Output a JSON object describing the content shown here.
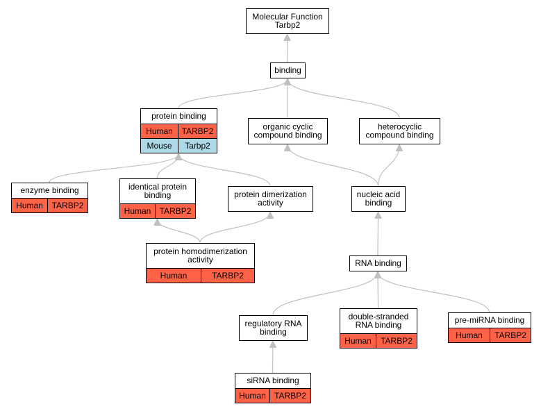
{
  "colors": {
    "human": "#ff6347",
    "mouse": "#add8e6",
    "edge": "#c0c0c0",
    "node_fill": "#ffffff",
    "border": "#000000"
  },
  "nodes": {
    "mf": {
      "lines": [
        "Molecular Function",
        "Tarbp2"
      ]
    },
    "binding": {
      "lines": [
        "binding"
      ]
    },
    "protein_binding": {
      "lines": [
        "protein binding"
      ],
      "rows": [
        {
          "species": "Human",
          "gene": "TARBP2",
          "color": "#ff6347"
        },
        {
          "species": "Mouse",
          "gene": "Tarbp2",
          "color": "#add8e6"
        }
      ]
    },
    "organic_cyclic": {
      "lines": [
        "organic cyclic",
        "compound binding"
      ]
    },
    "heterocyclic": {
      "lines": [
        "heterocyclic",
        "compound binding"
      ]
    },
    "enzyme_binding": {
      "lines": [
        "enzyme binding"
      ],
      "rows": [
        {
          "species": "Human",
          "gene": "TARBP2",
          "color": "#ff6347"
        }
      ]
    },
    "identical_protein": {
      "lines": [
        "identical protein",
        "binding"
      ],
      "rows": [
        {
          "species": "Human",
          "gene": "TARBP2",
          "color": "#ff6347"
        }
      ]
    },
    "protein_dimerization": {
      "lines": [
        "protein dimerization",
        "activity"
      ]
    },
    "nucleic_acid": {
      "lines": [
        "nucleic acid",
        "binding"
      ]
    },
    "protein_homodimerization": {
      "lines": [
        "protein homodimerization",
        "activity"
      ],
      "rows": [
        {
          "species": "Human",
          "gene": "TARBP2",
          "color": "#ff6347"
        }
      ]
    },
    "rna_binding": {
      "lines": [
        "RNA binding"
      ]
    },
    "regulatory_rna": {
      "lines": [
        "regulatory RNA",
        "binding"
      ]
    },
    "ds_rna": {
      "lines": [
        "double-stranded",
        "RNA binding"
      ],
      "rows": [
        {
          "species": "Human",
          "gene": "TARBP2",
          "color": "#ff6347"
        }
      ]
    },
    "pre_mirna": {
      "lines": [
        "pre-miRNA binding"
      ],
      "rows": [
        {
          "species": "Human",
          "gene": "TARBP2",
          "color": "#ff6347"
        }
      ]
    },
    "sirna": {
      "lines": [
        "siRNA binding"
      ],
      "rows": [
        {
          "species": "Human",
          "gene": "TARBP2",
          "color": "#ff6347"
        }
      ]
    }
  },
  "edges": [
    [
      "binding",
      "mf"
    ],
    [
      "protein_binding",
      "binding"
    ],
    [
      "organic_cyclic",
      "binding"
    ],
    [
      "heterocyclic",
      "binding"
    ],
    [
      "enzyme_binding",
      "protein_binding"
    ],
    [
      "identical_protein",
      "protein_binding"
    ],
    [
      "protein_dimerization",
      "protein_binding"
    ],
    [
      "nucleic_acid",
      "organic_cyclic"
    ],
    [
      "nucleic_acid",
      "heterocyclic"
    ],
    [
      "protein_homodimerization",
      "identical_protein"
    ],
    [
      "protein_homodimerization",
      "protein_dimerization"
    ],
    [
      "rna_binding",
      "nucleic_acid"
    ],
    [
      "regulatory_rna",
      "rna_binding"
    ],
    [
      "ds_rna",
      "rna_binding"
    ],
    [
      "pre_mirna",
      "rna_binding"
    ],
    [
      "sirna",
      "regulatory_rna"
    ]
  ]
}
